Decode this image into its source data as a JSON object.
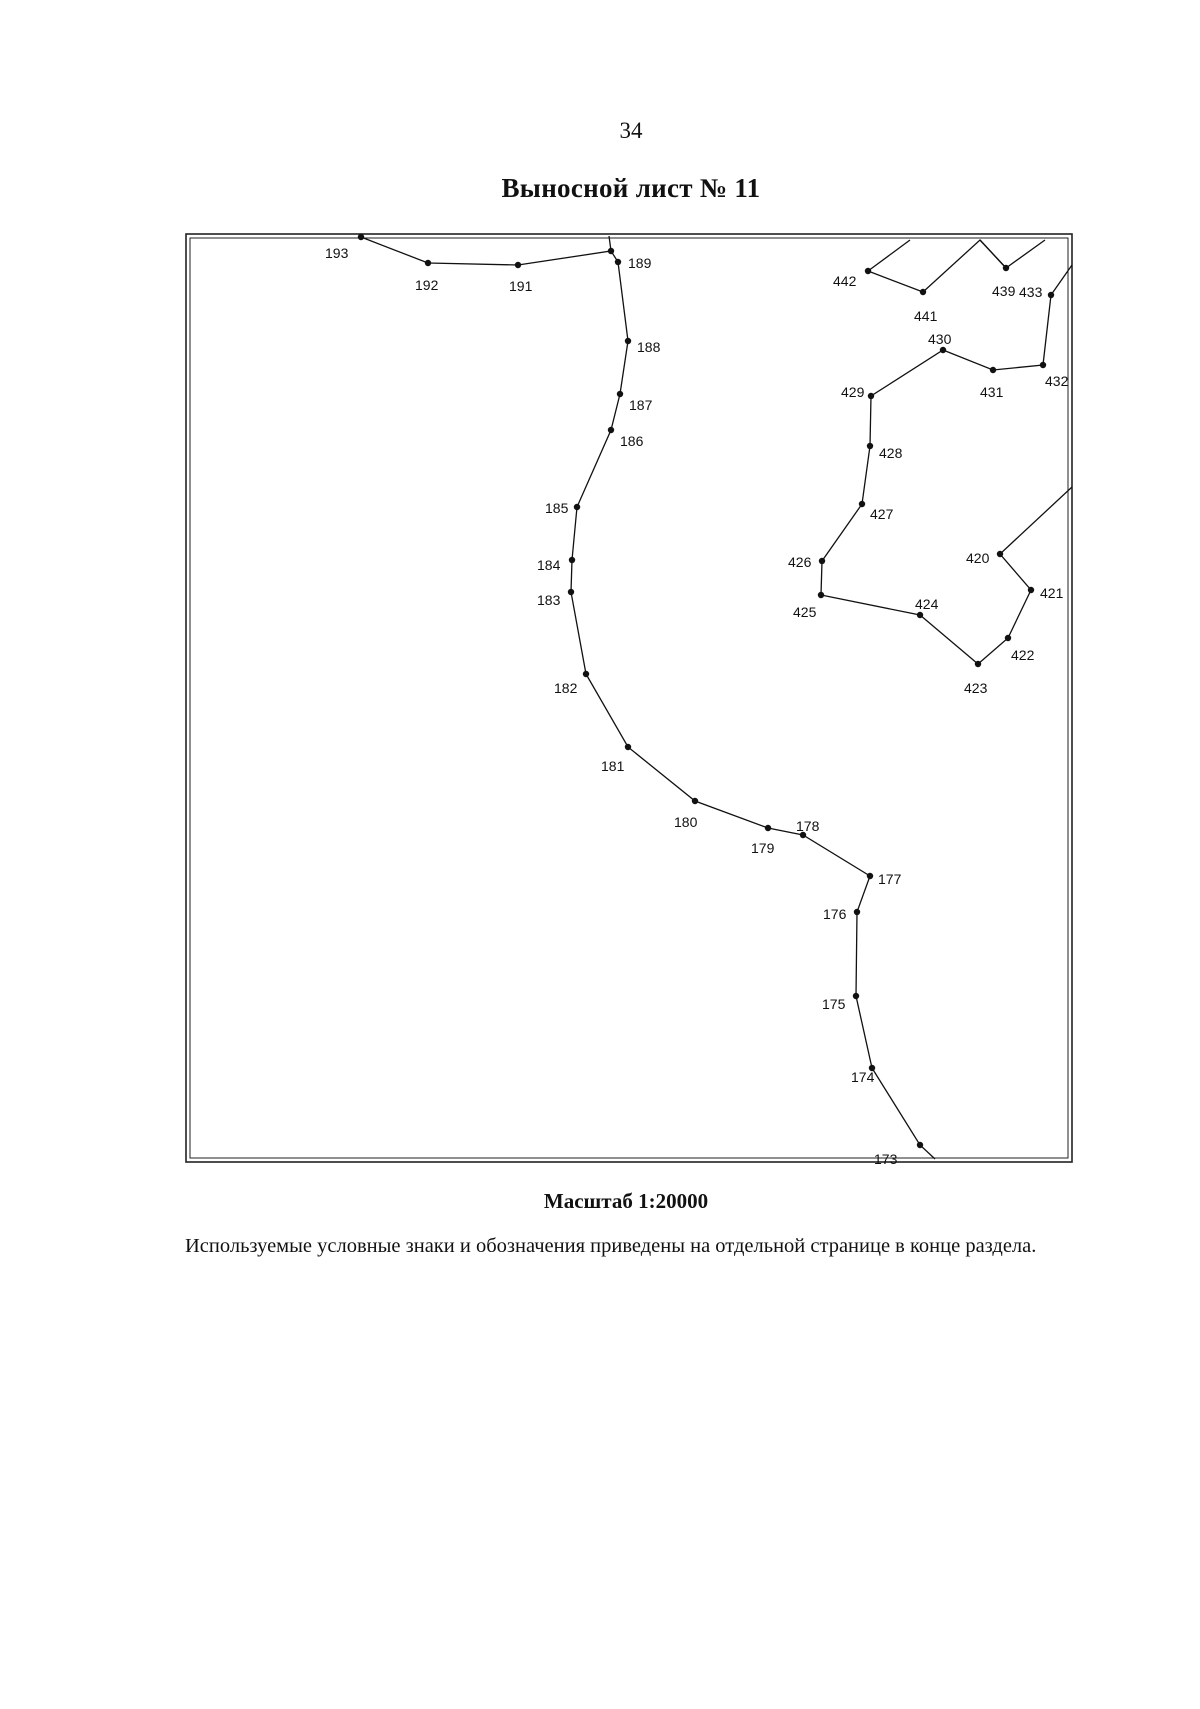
{
  "page": {
    "number": "34",
    "title": "Выносной лист № 11",
    "scale": "Масштаб 1:20000",
    "note": "Используемые условные знаки и обозначения приведены на отдельной странице в конце раздела."
  },
  "map": {
    "line_color": "#111111",
    "points": [
      {
        "id": "173",
        "label": "173"
      },
      {
        "id": "174",
        "label": "174"
      },
      {
        "id": "175",
        "label": "175"
      },
      {
        "id": "176",
        "label": "176"
      },
      {
        "id": "177",
        "label": "177"
      },
      {
        "id": "178",
        "label": "178"
      },
      {
        "id": "179",
        "label": "179"
      },
      {
        "id": "180",
        "label": "180"
      },
      {
        "id": "181",
        "label": "181"
      },
      {
        "id": "182",
        "label": "182"
      },
      {
        "id": "183",
        "label": "183"
      },
      {
        "id": "184",
        "label": "184"
      },
      {
        "id": "185",
        "label": "185"
      },
      {
        "id": "186",
        "label": "186"
      },
      {
        "id": "187",
        "label": "187"
      },
      {
        "id": "188",
        "label": "188"
      },
      {
        "id": "189",
        "label": "189"
      },
      {
        "id": "191",
        "label": "191"
      },
      {
        "id": "192",
        "label": "192"
      },
      {
        "id": "193",
        "label": "193"
      },
      {
        "id": "420",
        "label": "420"
      },
      {
        "id": "421",
        "label": "421"
      },
      {
        "id": "422",
        "label": "422"
      },
      {
        "id": "423",
        "label": "423"
      },
      {
        "id": "424",
        "label": "424"
      },
      {
        "id": "425",
        "label": "425"
      },
      {
        "id": "426",
        "label": "426"
      },
      {
        "id": "427",
        "label": "427"
      },
      {
        "id": "428",
        "label": "428"
      },
      {
        "id": "429",
        "label": "429"
      },
      {
        "id": "430",
        "label": "430"
      },
      {
        "id": "431",
        "label": "431"
      },
      {
        "id": "432",
        "label": "432"
      },
      {
        "id": "433",
        "label": "433"
      },
      {
        "id": "439",
        "label": "439"
      },
      {
        "id": "441",
        "label": "441"
      },
      {
        "id": "442",
        "label": "442"
      }
    ]
  }
}
